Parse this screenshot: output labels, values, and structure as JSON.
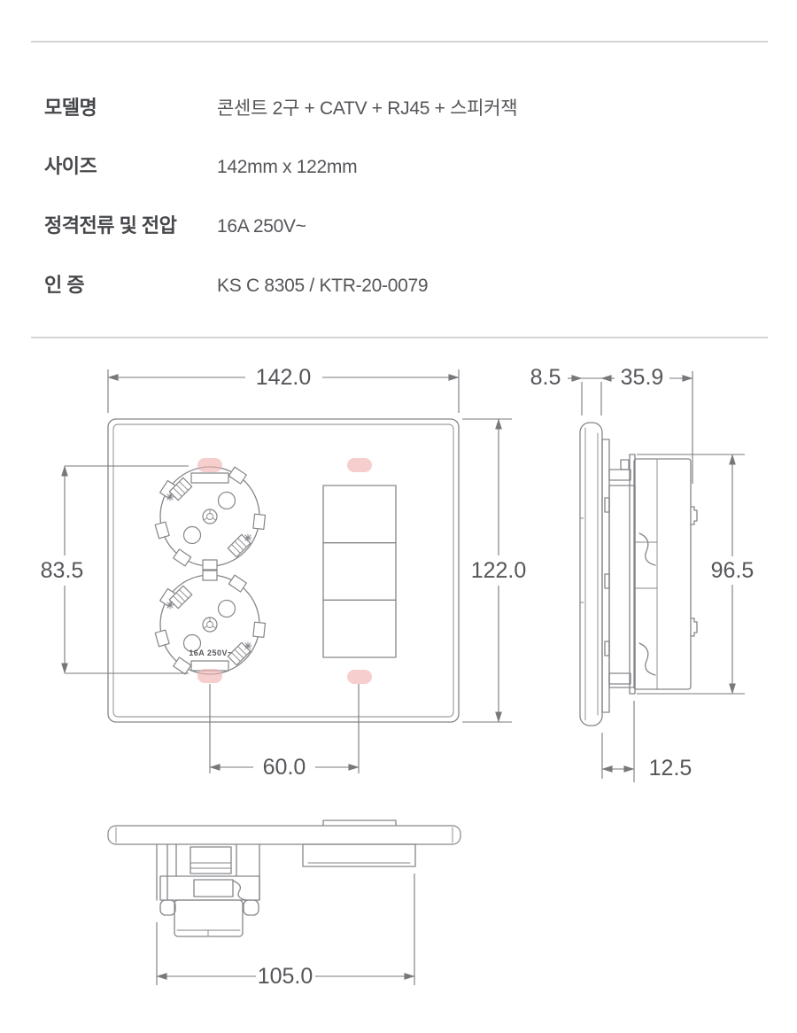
{
  "colors": {
    "highlight": "#f0b0b0",
    "line": "#85868a",
    "dimline": "#77787c",
    "ink": "#46474b",
    "ink2": "#55565a",
    "divider": "#d3d3d3"
  },
  "spec": {
    "rows": [
      {
        "label": "모델명",
        "value": "콘센트 2구 + CATV + RJ45 + 스피커잭"
      },
      {
        "label": "사이즈",
        "value": "142mm x 122mm"
      },
      {
        "label": "정격전류 및 전압",
        "value": "16A 250V~"
      },
      {
        "label": "인 증",
        "value": "KS C 8305 / KTR-20-0079"
      }
    ]
  },
  "diagram": {
    "front_view": {
      "width": "142.0",
      "height": "122.0",
      "socket_span": "83.5",
      "center_span": "60.0",
      "socket_rating": "16A 250V~"
    },
    "side_view": {
      "plate_thickness": "8.5",
      "body_depth": "35.9",
      "strap_height": "96.5",
      "box_depth": "12.5"
    },
    "bottom_view": {
      "body_width": "105.0"
    }
  }
}
